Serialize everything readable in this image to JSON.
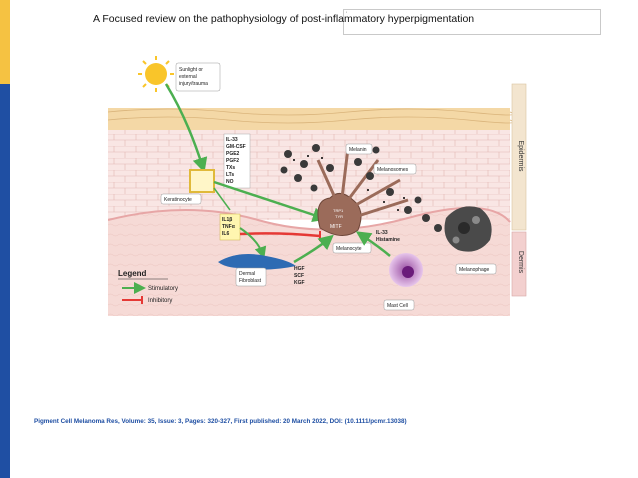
{
  "slide": {
    "title": "A Focused review on the pathophysiology of post-inflammatory hyperpigmentation",
    "title_box_caption": "▪",
    "citation": "Pigment Cell Melanoma Res, Volume: 35, Issue: 3, Pages: 320-327, First published: 20 March 2022, DOI: (10.1111/pcmr.13038)"
  },
  "figure": {
    "sun_label": [
      "Sunlight or",
      "external",
      "injury/trauma"
    ],
    "mediators_top": [
      "IL-33",
      "GM-CSF",
      "PGE2",
      "PGF2",
      "TXs",
      "LTs",
      "NO"
    ],
    "mediators_inflam": [
      "IL1β",
      "TNFα",
      "IL6"
    ],
    "growth_factors": [
      "HGF",
      "SCF",
      "KGF"
    ],
    "mast_mediators": [
      "IL-33",
      "Histamine"
    ],
    "labels": {
      "keratinocyte": "Keratinocyte",
      "melanin": "Melanin",
      "melanosomes": "Melanosomes",
      "melanocyte": "Melanocyte",
      "fibroblast": [
        "Dermal",
        "Fibroblast"
      ],
      "melanophage": "Melanophage",
      "mast_cell": "Mast Cell",
      "epidermis": "Epidermis",
      "dermis": "Dermis",
      "mitf": "MITF",
      "trp1": "TRP1",
      "tyr": "TYR"
    },
    "legend": {
      "title": "Legend",
      "stimulatory": "Stimulatory",
      "inhibitory": "Inhibitory",
      "stimulatory_color": "#4caf50",
      "inhibitory_color": "#e53935"
    }
  }
}
